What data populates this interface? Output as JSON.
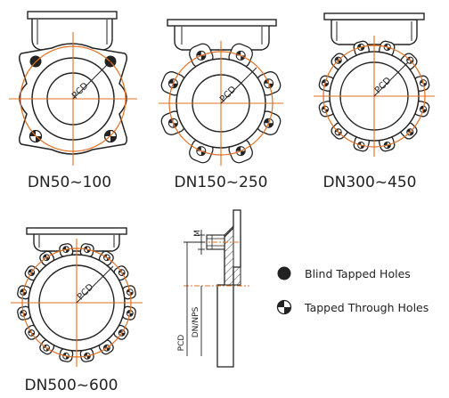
{
  "flanges": [
    {
      "caption": "DN50~100",
      "pcd_label": "PCD"
    },
    {
      "caption": "DN150~250",
      "pcd_label": "PCD"
    },
    {
      "caption": "DN300~450",
      "pcd_label": "PCD"
    },
    {
      "caption": "DN500~600",
      "pcd_label": "PCD"
    }
  ],
  "section": {
    "m_label": "M",
    "pcd_label": "PCD",
    "dn_label": "DN/NPS"
  },
  "legend": {
    "blind": "Blind Tapped Holes",
    "through": "Tapped Through Holes"
  },
  "colors": {
    "accent": "#E07020",
    "line": "#222222"
  }
}
